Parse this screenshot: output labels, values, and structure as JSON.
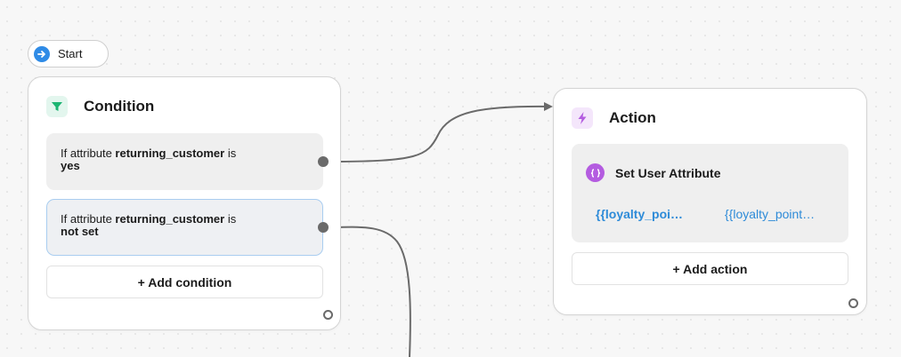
{
  "start": {
    "label": "Start",
    "icon": "arrow-right-circle-icon"
  },
  "condition_node": {
    "title": "Condition",
    "icon": "filter-icon",
    "conditions": [
      {
        "prefix": "If attribute ",
        "attribute": "returning_customer",
        "connector": " is",
        "value": "yes"
      },
      {
        "prefix": "If attribute ",
        "attribute": "returning_customer",
        "connector": " is",
        "value": "not set"
      }
    ],
    "add_label": "+ Add condition"
  },
  "action_node": {
    "title": "Action",
    "icon": "lightning-icon",
    "card": {
      "title": "Set User Attribute",
      "icon": "braces-icon",
      "key": "{{loyalty_poi…",
      "value": "{{loyalty_point…"
    },
    "add_label": "+ Add action"
  },
  "colors": {
    "accent_blue": "#2e8bd8",
    "condition_icon_bg": "#e3f6ee",
    "condition_icon": "#1db573",
    "action_icon_bg": "#f4e6fb",
    "action_icon": "#b45ce0",
    "edge": "#6a6a6a"
  }
}
